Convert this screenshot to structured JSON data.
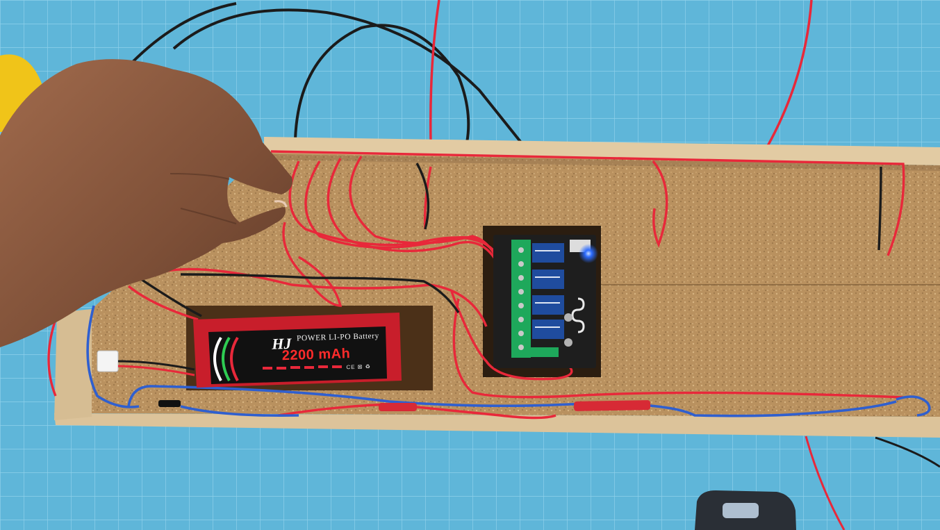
{
  "scene": {
    "description_free": true,
    "colors": {
      "background_mat": "#5fb6d9",
      "mat_grid": "#8fd0ea",
      "wood_frame": "#d8c098",
      "cork": "#b9915f",
      "wire_red": "#e8283a",
      "wire_black": "#1b1b1b",
      "wire_blue": "#2f5fcf",
      "relay_pcb": "#1e1e1e",
      "terminal_green": "#1ea85b",
      "relay_blue": "#1f4c9e",
      "led_blue": "#2c6bff",
      "battery_body": "#c81e2b",
      "battery_label": "#111111",
      "skin": "#8a5a40"
    }
  },
  "battery": {
    "brand": "HJ",
    "title": "POWER LI-PO Battery",
    "capacity": "2200 mAh",
    "marks": "CE ⊠ ♻"
  },
  "icons": [
    "hand-icon",
    "relay-module-icon",
    "status-led-icon",
    "remote-control-icon"
  ]
}
